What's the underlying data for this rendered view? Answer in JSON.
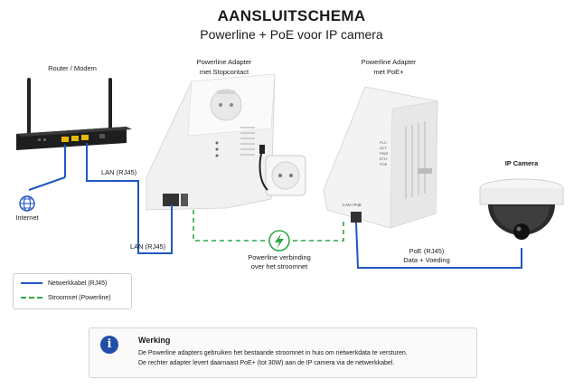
{
  "header": {
    "title": "AANSLUITSCHEMA",
    "subtitle": "Powerline + PoE voor IP camera"
  },
  "devices": {
    "router": {
      "label": "Router / Modem"
    },
    "adapter_left": {
      "label_line1": "Powerline Adapter",
      "label_line2": "met Stopcontact"
    },
    "adapter_right": {
      "label_line1": "Powerline Adapter",
      "label_line2": "met PoE+",
      "port_label": "LAN / PoE",
      "leds": [
        "PLC",
        "ACT",
        "PWR",
        "ETH",
        "POE"
      ]
    },
    "camera": {
      "label": "IP Camera"
    },
    "internet": {
      "label": "Internet"
    }
  },
  "connections": {
    "lan_top": "LAN (RJ45)",
    "lan_bottom": "LAN (RJ45)",
    "powerline_line1": "Powerline verbinding",
    "powerline_line2": "over het stroomnet",
    "poe_line1": "PoE (RJ45)",
    "poe_line2": "Data + Voeding"
  },
  "legend": {
    "items": [
      {
        "label": "Netwerkkabel (RJ45)",
        "color": "#1f57c3",
        "style": "solid"
      },
      {
        "label": "Stroomnet (Powerline)",
        "color": "#2ea84a",
        "style": "dashed"
      }
    ]
  },
  "info": {
    "icon": "info-icon",
    "title": "Werking",
    "line1": "De Powerline adapters gebruiken het bestaande stroomnet in huis om netwerkdata te versturen.",
    "line2": "De rechter adapter levert daarnaast PoE+ (tot 30W) aan de IP camera via de netwerkkabel."
  },
  "colors": {
    "network_cable": "#1f57c3",
    "powerline": "#2ea84a",
    "info_accent": "#1f4fa8"
  }
}
